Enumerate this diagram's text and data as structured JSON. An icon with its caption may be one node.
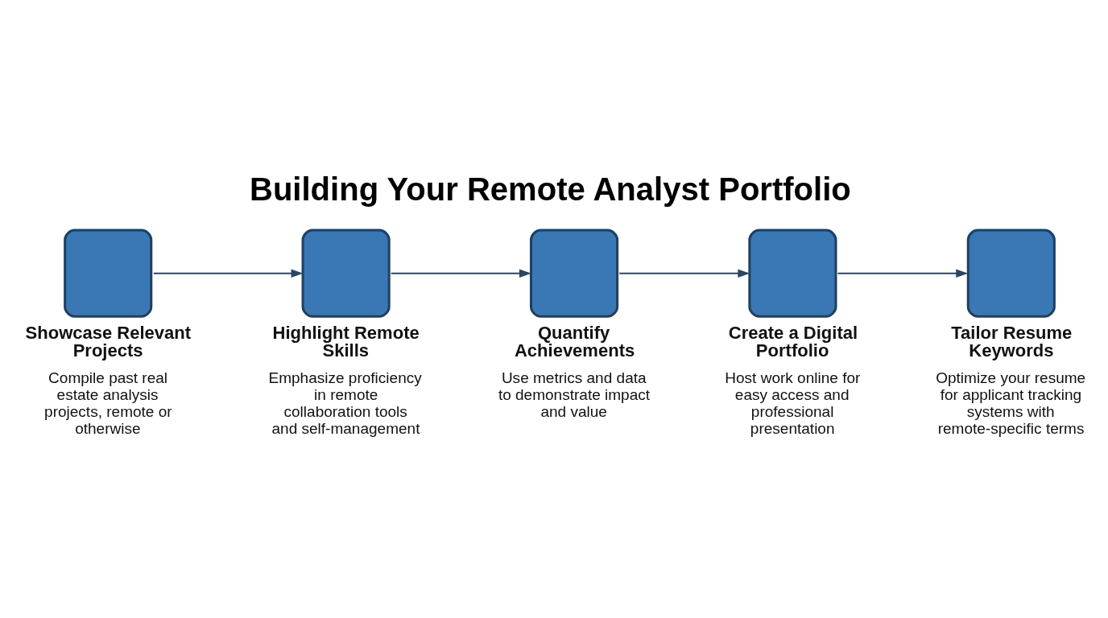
{
  "diagram": {
    "title": "Building Your Remote Analyst Portfolio",
    "nodes": [
      {
        "text": [
          "Showcase Relevant Projects",
          "Compile past real estate analysis projects, remote or otherwise"
        ]
      },
      {
        "text": [
          "Highlight Remote Skills",
          "Emphasize proficiency in remote collaboration tools and self-management"
        ]
      },
      {
        "text": [
          "Quantify Achievements",
          "Use metrics and data to demonstrate impact and value"
        ]
      },
      {
        "text": [
          "Create a Digital Portfolio",
          "Host work online for easy access and professional presentation"
        ]
      },
      {
        "text": [
          "Tailor Resume Keywords",
          "Optimize your resume for applicant tracking systems with remote-specific terms"
        ]
      }
    ],
    "edges": [
      {
        "from": 0,
        "to": 1,
        "arrow": "to"
      },
      {
        "from": 1,
        "to": 2,
        "arrow": "to"
      },
      {
        "from": 2,
        "to": 3,
        "arrow": "to"
      },
      {
        "from": 3,
        "to": 4,
        "arrow": "to"
      }
    ]
  }
}
